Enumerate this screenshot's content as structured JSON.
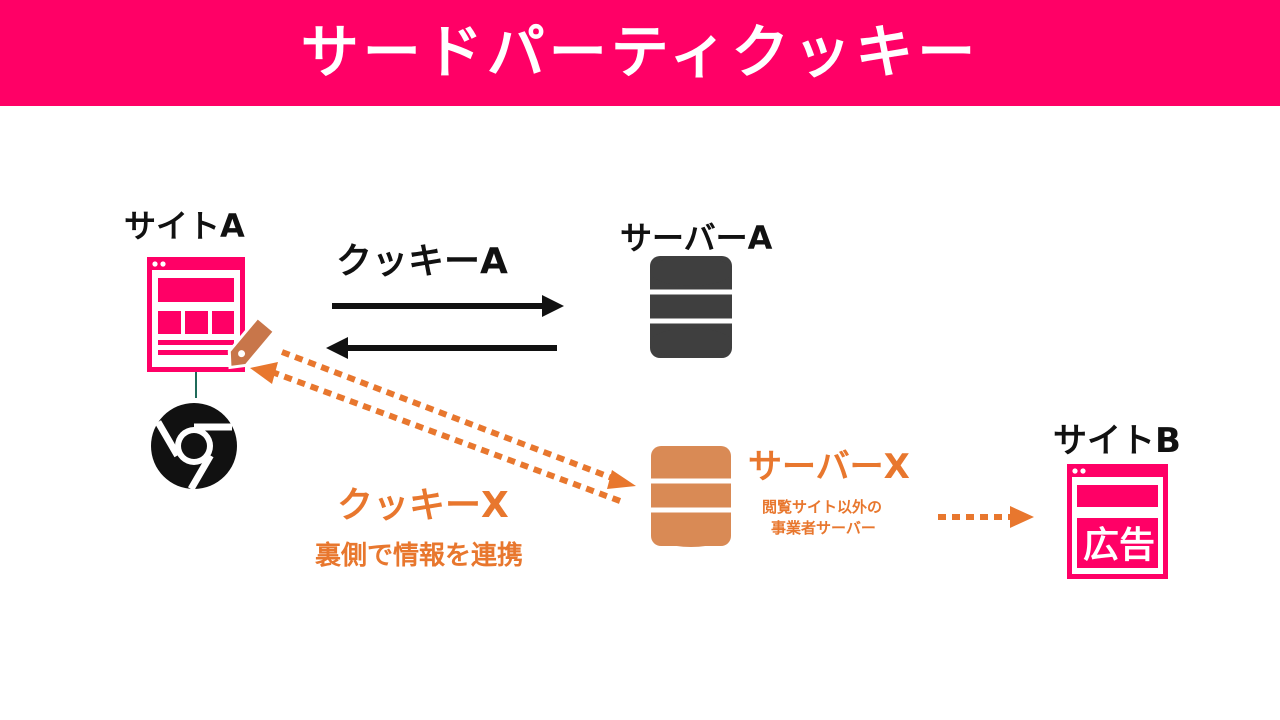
{
  "header": {
    "title": "サードパーティクッキー"
  },
  "site_a": {
    "label": "サイトA"
  },
  "server_a": {
    "label": "サーバーA"
  },
  "cookie_a": {
    "label": "クッキーA"
  },
  "cookie_x": {
    "label": "クッキーX",
    "caption": "裏側で情報を連携"
  },
  "server_x": {
    "label": "サーバーX",
    "note_line1": "閲覧サイト以外の",
    "note_line2": "事業者サーバー"
  },
  "site_b": {
    "label": "サイトB",
    "ad_label": "広告"
  },
  "colors": {
    "brand_pink": "#ff0066",
    "accent_orange": "#e8772e",
    "tag_brown": "#c8764a",
    "server_dark": "#3f3f3f",
    "server_orange": "#d98a55"
  },
  "icons": {
    "browser": "chrome-icon",
    "server": "database-icon",
    "site": "browser-window-icon",
    "cookie": "tag-icon"
  }
}
